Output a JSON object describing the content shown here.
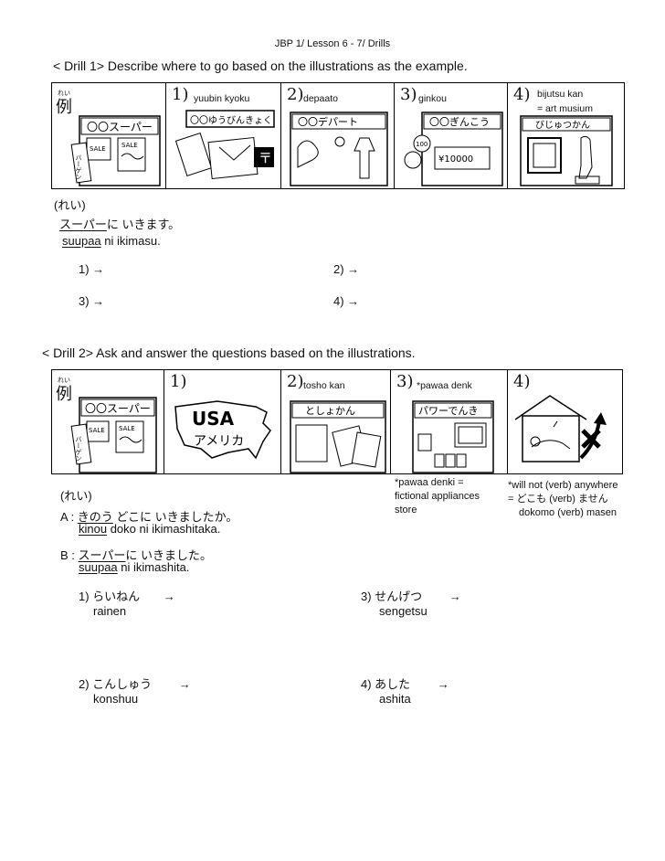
{
  "header": "JBP 1/ Lesson 6 - 7/ Drills",
  "drill1": {
    "title": "< Drill 1>  Describe where to go based on the illustrations as the example.",
    "example": {
      "furigana": "れい",
      "kanji": "例",
      "sign": "〇〇スーパー",
      "sale1": "SALE",
      "sale2": "SALE",
      "bargain": "バーゲン"
    },
    "cells": [
      {
        "num": "1)",
        "label": "yuubin kyoku",
        "sign": "〇〇ゆうびんきょく",
        "mark": "〒"
      },
      {
        "num": "2)",
        "label": "depaato",
        "sign": "〇〇デパート"
      },
      {
        "num": "3)",
        "label": "ginkou",
        "sign": "〇〇ぎんこう",
        "coin": "100",
        "bill": "¥10000"
      },
      {
        "num": "4)",
        "label": "bijutsu kan",
        "label2": "= art musium",
        "sign": "びじゅつかん"
      }
    ],
    "rei_label": "(れい)",
    "rei_jp_word": "スーパー",
    "rei_jp_rest": "に いきます。",
    "rei_ro_word": "suupaa",
    "rei_ro_rest": " ni ikimasu.",
    "answers": [
      "1) →",
      "2) →",
      "3) →",
      "4) →"
    ]
  },
  "drill2": {
    "title": "< Drill 2>   Ask and answer the questions based on the illustrations.",
    "example": {
      "furigana": "れい",
      "kanji": "例",
      "sign": "〇〇スーパー",
      "sale1": "SALE",
      "sale2": "SALE",
      "bargain": "バーゲン"
    },
    "cells": [
      {
        "num": "1)",
        "label": "",
        "usa": "USA",
        "america": "アメリカ"
      },
      {
        "num": "2)",
        "label": "tosho kan",
        "sign": "としょかん"
      },
      {
        "num": "3)",
        "label": "*pawaa denk",
        "sign": "パワーでんき"
      },
      {
        "num": "4)",
        "label": ""
      }
    ],
    "note1": [
      "*pawaa denki =",
      "fictional appliances",
      "store"
    ],
    "note2": [
      "*will not (verb) anywhere",
      "= どこも (verb) ません",
      "dokomo (verb) masen"
    ],
    "rei_label": "(れい)",
    "a_prefix": "A : ",
    "a_jp_word": "きのう",
    "a_jp_rest": " どこに いきましたか。",
    "a_ro_word": "kinou",
    "a_ro_rest": " doko ni ikimashitaka.",
    "b_prefix": "B : ",
    "b_jp_word": "スーパー",
    "b_jp_rest": "に いきました。",
    "b_ro_word": "suupaa",
    "b_ro_rest": " ni ikimashita.",
    "items": [
      {
        "jp": "1) らいねん",
        "arrow": "→",
        "ro": "rainen"
      },
      {
        "jp": "3) せんげつ",
        "arrow": "→",
        "ro": "sengetsu"
      },
      {
        "jp": "2) こんしゅう",
        "arrow": "→",
        "ro": "konshuu"
      },
      {
        "jp": "4) あした",
        "arrow": "→",
        "ro": "ashita"
      }
    ]
  }
}
